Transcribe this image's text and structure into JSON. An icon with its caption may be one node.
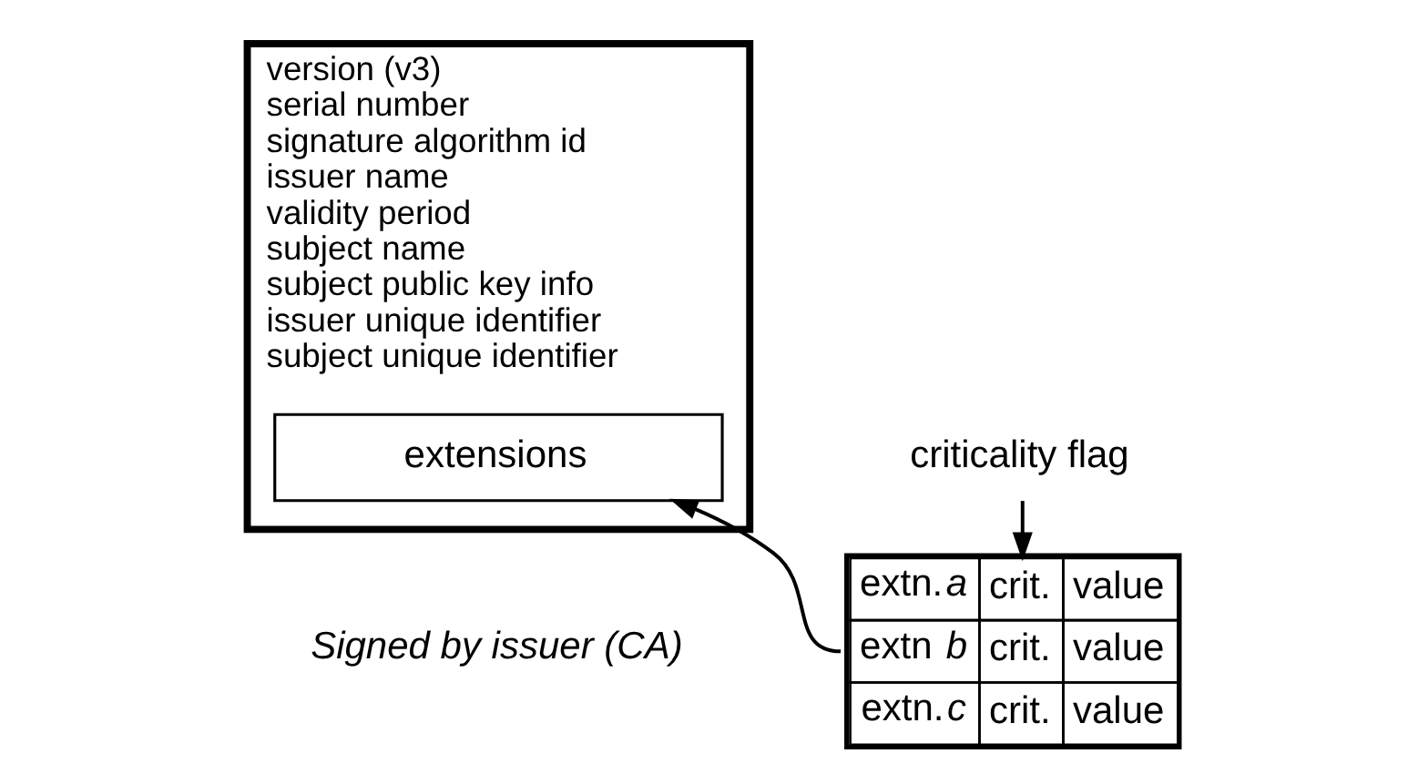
{
  "diagram": {
    "nodes": [
      {
        "text": [
          "version (v3)",
          "serial number",
          "signature algorithm id",
          "issuer name",
          "validity period",
          "subject name",
          "subject public key info",
          "issuer unique identifier",
          "subject unique identifier"
        ],
        "beside": [
          "Signed by issuer (CA)"
        ]
      },
      {
        "text": [
          "extensions"
        ],
        "in": 0
      },
      {
        "text": [
          "extn.*a*",
          "crit.",
          "value",
          "extn *b*",
          "crit.",
          "value",
          "extn.*c*",
          "crit.",
          "value"
        ]
      },
      {
        "text": [
          "criticality flag"
        ]
      }
    ],
    "edges": [
      {
        "from": 2,
        "to": 1,
        "arrow": "to"
      },
      {
        "from": 3,
        "to": 2,
        "arrow": "to"
      }
    ]
  }
}
